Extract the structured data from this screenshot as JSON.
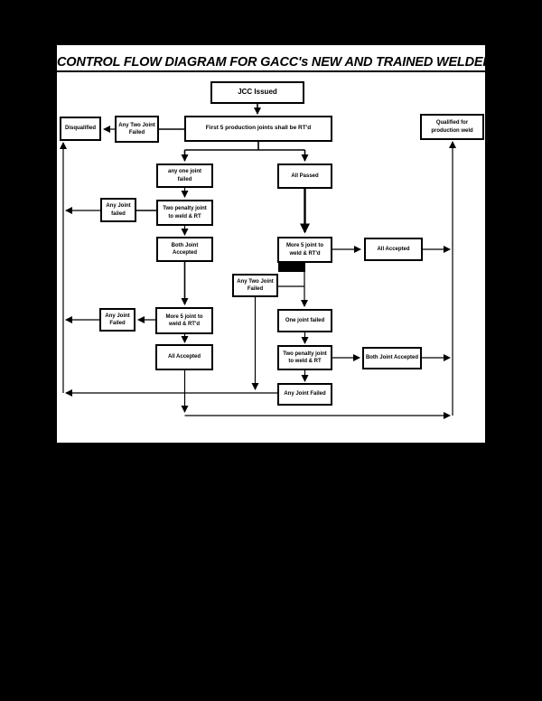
{
  "title": "CONTROL FLOW DIAGRAM FOR GACC's NEW AND TRAINED WELDERS",
  "colors": {
    "canvas_bg": "#000000",
    "page_bg": "#ffffff",
    "ink": "#000000"
  },
  "nodes": {
    "jcc_issued": "JCC Issued",
    "first_five": "First 5 production joints shall be RT'd",
    "disqualified": "Disqualified",
    "any_two_joint_failed_1": "Any Two Joint\nFailed",
    "qualified": "Qualified for\nproduction weld",
    "any_one_joint_failed": "any one joint\nfailed",
    "all_passed": "All Passed",
    "any_joint_failed_1": "Any Joint\nfailed",
    "two_penalty_joint_1": "Two penalty joint\nto weld & RT",
    "both_joint_accepted_1": "Both Joint\nAccepted",
    "more_5_joint_right": "More 5 joint to\nweld & RT'd",
    "all_accepted_right": "All Accepted",
    "any_two_joint_failed_2": "Any Two Joint\nFailed",
    "more_5_joint_left": "More 5 joint to\nweld & RT'd",
    "any_joint_failed_2": "Any Joint\nFailed",
    "all_accepted_left": "All Accepted",
    "one_joint_failed": "One joint failed",
    "two_penalty_joint_2": "Two penalty joint\nto weld & RT",
    "both_joint_accepted_2": "Both Joint Accepted",
    "any_joint_failed_bottom": "Any Joint Failed"
  },
  "edges": [
    "jcc_issued -> first_five",
    "first_five -> any_two_joint_failed_1",
    "any_two_joint_failed_1 -> disqualified",
    "first_five -> any_one_joint_failed",
    "first_five -> all_passed",
    "any_one_joint_failed -> two_penalty_joint_1",
    "two_penalty_joint_1 -> any_joint_failed_1",
    "any_joint_failed_1 -> disqualified",
    "two_penalty_joint_1 -> both_joint_accepted_1",
    "both_joint_accepted_1 -> more_5_joint_left",
    "all_passed -> more_5_joint_right",
    "more_5_joint_right -> all_accepted_right",
    "all_accepted_right -> qualified",
    "more_5_joint_right -> one_joint_failed",
    "any_two_joint_failed_2 -> disqualified",
    "one_joint_failed -> two_penalty_joint_2",
    "two_penalty_joint_2 -> both_joint_accepted_2",
    "both_joint_accepted_2 -> qualified",
    "two_penalty_joint_2 -> any_joint_failed_bottom",
    "any_joint_failed_bottom -> disqualified",
    "more_5_joint_left -> any_joint_failed_2",
    "any_joint_failed_2 -> disqualified",
    "more_5_joint_left -> all_accepted_left",
    "all_accepted_left -> qualified"
  ]
}
